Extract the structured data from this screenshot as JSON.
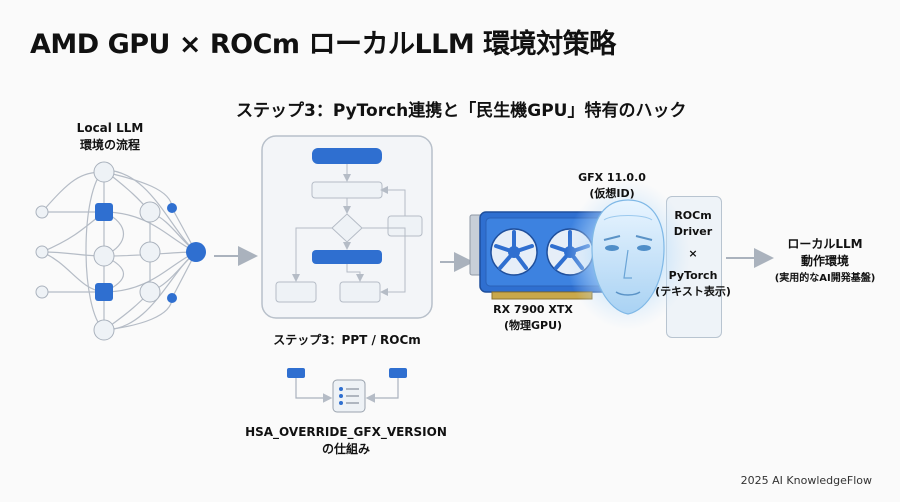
{
  "title": "AMD GPU × ROCm ローカルLLM 環境対策略",
  "subtitle": "ステップ3：PyTorch連携と「民生機GPU」特有のハック",
  "network": {
    "line1": "Local LLM",
    "line2": "環境の流程"
  },
  "step3_ppt": "ステップ3：PPT / ROCm",
  "hsa": {
    "line1": "HSA_OVERRIDE_GFX_VERSION",
    "line2": "の仕組み"
  },
  "gpu": {
    "name": "RX 7900 XTX",
    "note": "(物理GPU)"
  },
  "gfx": {
    "version": "GFX 11.0.0",
    "note": "(仮想ID)"
  },
  "driver": {
    "line1": "ROCm",
    "line2": "Driver",
    "times": "×",
    "line3": "PyTorch",
    "line4": "(テキスト表示)"
  },
  "output": {
    "line1": "ローカルLLM",
    "line2": "動作環境",
    "note": "(実用的なAI開発基盤)"
  },
  "footer": "2025 AI KnowledgeFlow",
  "colors": {
    "accent": "#2f6fd0",
    "node_fill": "#eef2f6",
    "line": "#b5bcc6"
  },
  "icons": [
    "cpu-chip-icon",
    "document-list-icon",
    "gpu-card-icon",
    "face-mask-icon",
    "arrow-right-icon"
  ]
}
